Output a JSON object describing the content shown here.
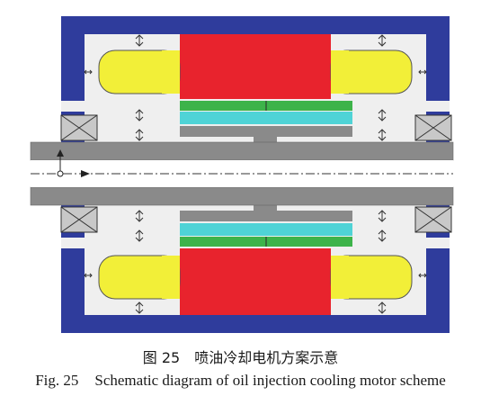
{
  "caption": {
    "chinese_label": "图 25",
    "chinese_text": "喷油冷却电机方案示意",
    "english_label": "Fig. 25",
    "english_text": "Schematic diagram of oil injection cooling motor scheme"
  },
  "colors": {
    "housing": "#2f3c9c",
    "interior": "#efefef",
    "stator_core": "#e8232d",
    "end_winding": "#f2ef38",
    "rotor_green": "#3db34a",
    "rotor_cyan": "#4fd3d6",
    "shaft": "#8a8a8a",
    "bearing": "#c8c8c8"
  }
}
